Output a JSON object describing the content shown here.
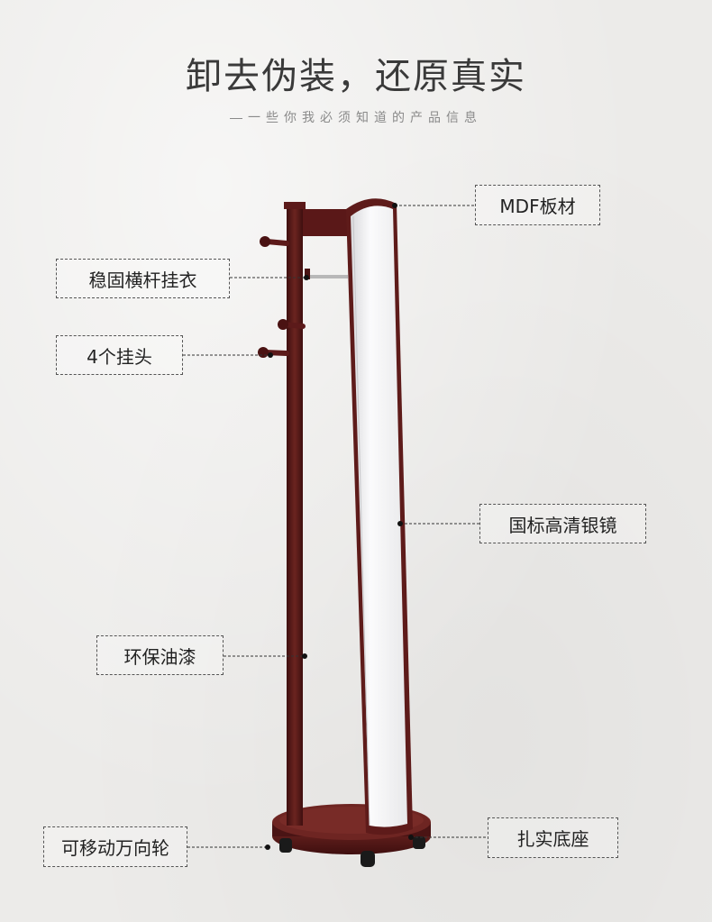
{
  "header": {
    "title": "卸去伪装，还原真实",
    "subtitle": "一些你我必须知道的产品信息"
  },
  "labels": {
    "mdf": "MDF板材",
    "crossbar": "稳固横杆挂衣",
    "hooks": "4个挂头",
    "mirror": "国标高清银镜",
    "paint": "环保油漆",
    "wheels": "可移动万向轮",
    "base": "扎实底座"
  },
  "colors": {
    "wood": "#5c1a1a",
    "wood_light": "#7a2a26",
    "mirror": "#f4f4f5",
    "label_border": "#555555"
  }
}
